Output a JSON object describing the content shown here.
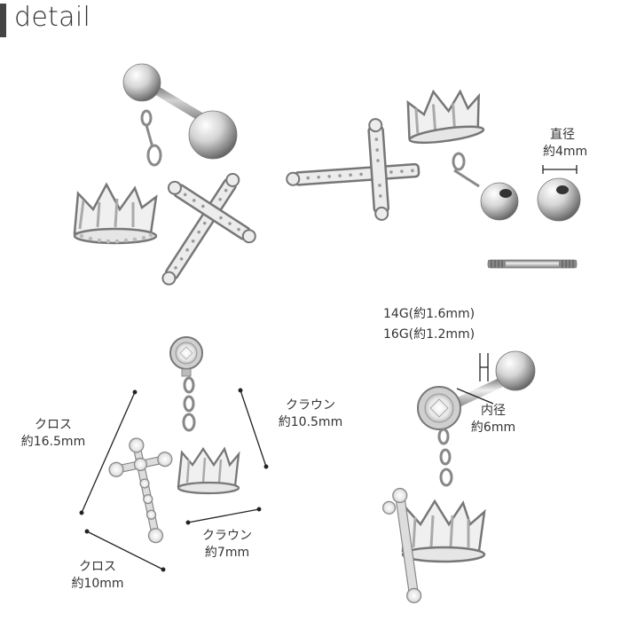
{
  "header": {
    "title": "detail"
  },
  "labels": {
    "diameter_label": "直径",
    "diameter_value": "約4mm",
    "gauge_14": "14G(約1.6mm)",
    "gauge_16": "16G(約1.2mm)",
    "inner_label": "内径",
    "inner_value": "約6mm",
    "cross_height_label": "クロス",
    "cross_height_value": "約16.5mm",
    "crown_height_label": "クラウン",
    "crown_height_value": "約10.5mm",
    "crown_width_label": "クラウン",
    "crown_width_value": "約7mm",
    "cross_width_label": "クロス",
    "cross_width_value": "約10mm"
  },
  "colors": {
    "metal_light": "#f4f4f4",
    "metal_mid": "#c8c8c8",
    "metal_dark": "#7a7a7a",
    "line": "#222222",
    "text": "#333333"
  }
}
